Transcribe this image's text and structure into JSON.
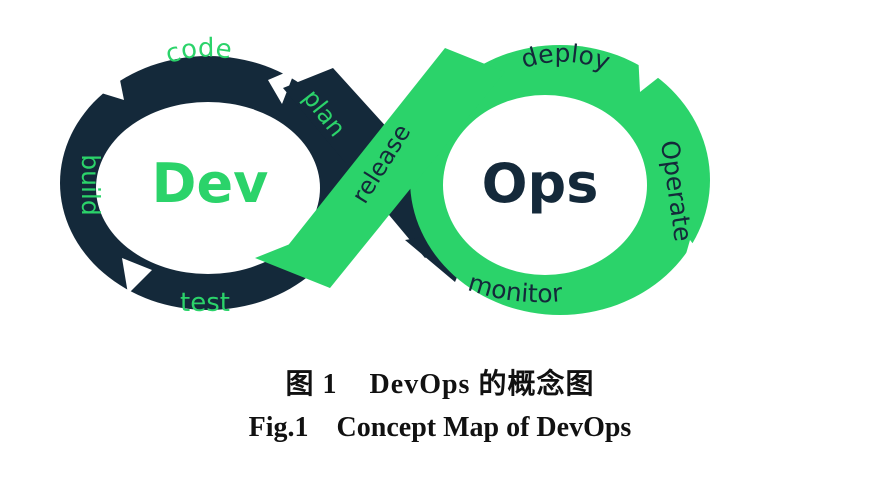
{
  "diagram": {
    "left_word": "Dev",
    "right_word": "Ops",
    "stages": {
      "code": "code",
      "plan": "plan",
      "build": "build",
      "test": "test",
      "release": "release",
      "deploy": "deploy",
      "operate": "Operate",
      "monitor": "monitor"
    },
    "colors": {
      "dev_loop": "#14293a",
      "ops_loop": "#2bd36a",
      "dev_text": "#2bd36a",
      "ops_text": "#14293a"
    }
  },
  "caption": {
    "chinese": "图 1    DevOps 的概念图",
    "english": "Fig.1    Concept Map of DevOps"
  }
}
